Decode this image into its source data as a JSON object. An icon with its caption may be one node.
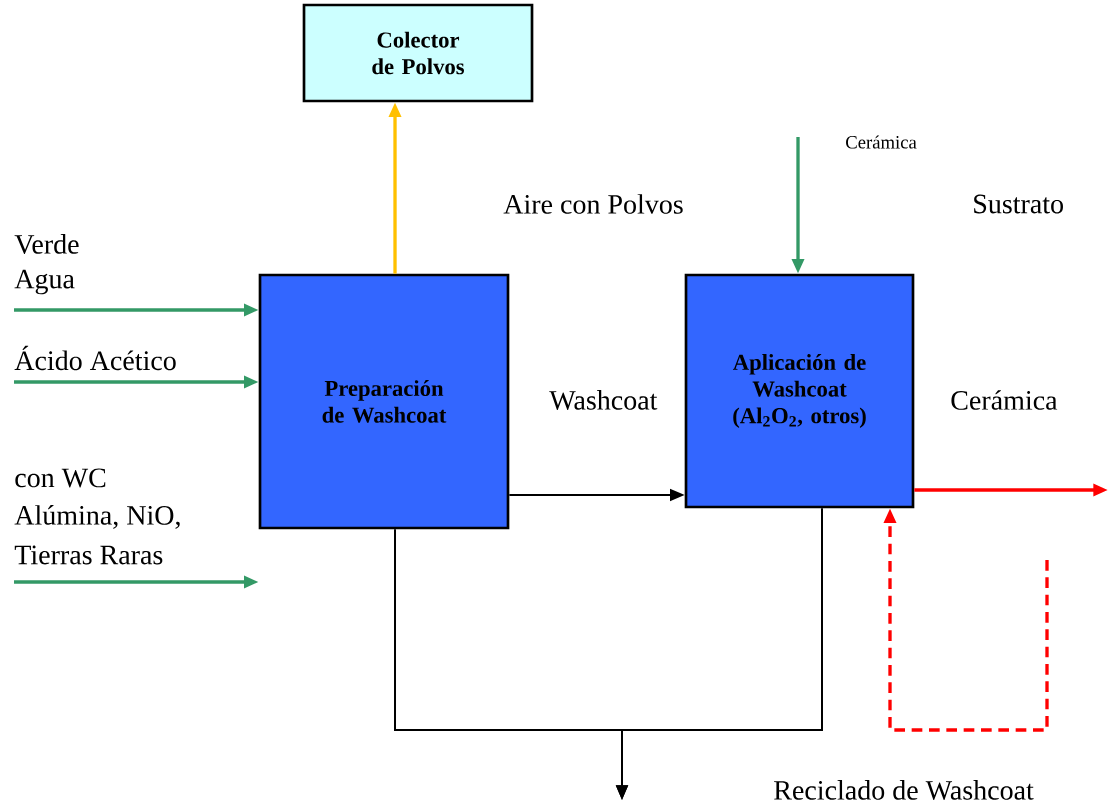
{
  "diagram": {
    "nodes": [
      {
        "text": [
          "Colector de Polvos"
        ]
      },
      {
        "text": [
          "Preparación de Washcoat"
        ]
      },
      {
        "text": [
          "Aplicación de Washcoat (Al$_{2}$O$_{2}$, otros)"
        ]
      }
    ],
    "edges": [
      {
        "from": 1,
        "to": 0,
        "arrow": "to",
        "color": "#ffc000"
      },
      {
        "from": null,
        "to": 1,
        "arrow": "to"
      },
      {
        "from": null,
        "to": 1,
        "arrow": "to"
      },
      {
        "from": null,
        "to": 1,
        "arrow": "to"
      },
      {
        "from": null,
        "to": 2,
        "arrow": "to"
      },
      {
        "from": 1,
        "to": 2,
        "arrow": "to",
        "color": "#000000"
      },
      {
        "from": 2,
        "to": null,
        "arrow": "to",
        "color": "#ff0000"
      },
      {
        "from": null,
        "to": 2,
        "arrow": "to",
        "style": "dashed",
        "color": "#ff0000"
      },
      {
        "from": 1,
        "to": null,
        "arrow": "to",
        "color": "#000000"
      },
      {
        "from": 2,
        "to": null,
        "arrow": "to",
        "color": "#000000"
      }
    ],
    "labels": [
      "Cerámica",
      "Aire con Polvos",
      "Sustrato",
      "Verde",
      "Agua",
      "Ácido Acético",
      "Washcoat",
      "Cerámica",
      "con WC",
      "Alúmina, NiO,",
      "Tierras Raras",
      "Reciclado de Washcoat"
    ]
  }
}
